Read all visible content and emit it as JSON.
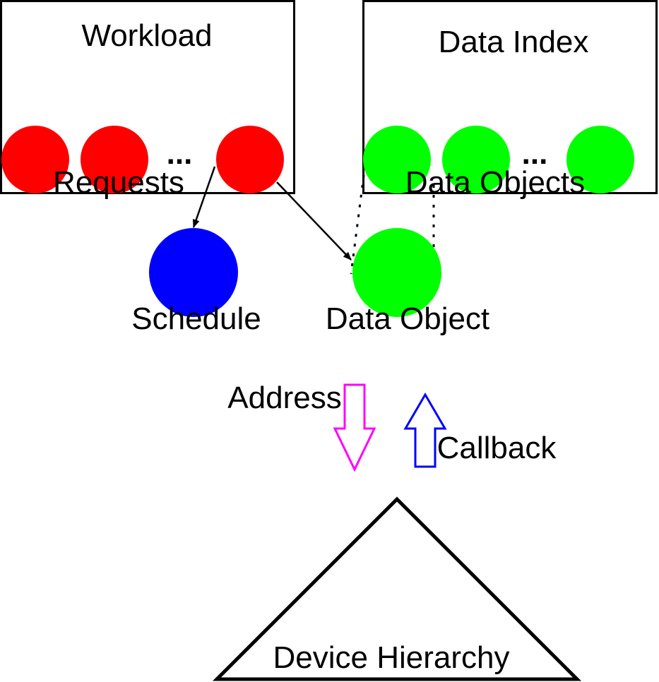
{
  "workload": {
    "title": "Workload",
    "requests_label": "Requests",
    "ellipsis": "...",
    "circle_color": "#ff0000"
  },
  "data_index": {
    "title": "Data Index",
    "objects_label": "Data Objects",
    "ellipsis": "...",
    "circle_color": "#00ff00"
  },
  "schedule": {
    "label": "Schedule",
    "circle_color": "#0000ff"
  },
  "data_object": {
    "label": "Data Object",
    "circle_color": "#00ff00"
  },
  "address_arrow": {
    "label": "Address",
    "color": "#ff00ff"
  },
  "callback_arrow": {
    "label": "Callback",
    "color": "#0000ff"
  },
  "device_hierarchy": {
    "label": "Device Hierarchy"
  }
}
